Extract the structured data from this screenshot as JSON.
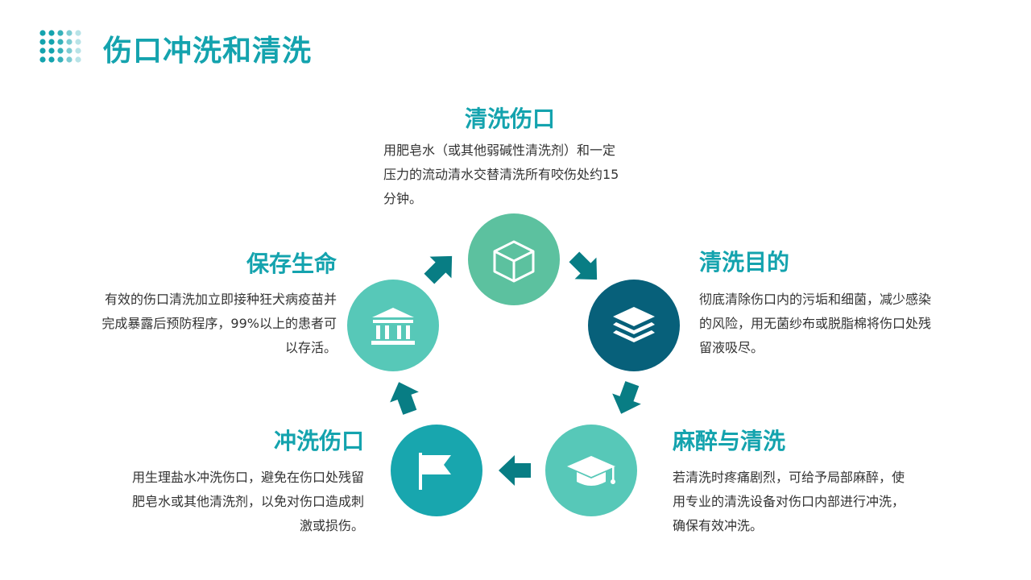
{
  "title": "伤口冲洗和清洗",
  "colors": {
    "accent": "#14a3ae",
    "green": "#5cc19f",
    "dark_teal": "#07607a",
    "mint": "#57c8b8",
    "teal": "#18a6ae",
    "arrow": "#087d84",
    "text": "#333333"
  },
  "steps": [
    {
      "id": "clean-wound",
      "heading": "清洗伤口",
      "lines": [
        "用肥皂水（或其他弱碱性清洗剂）和一定",
        "压力的流动清水交替清洗所有咬伤处约15",
        "分钟。"
      ],
      "icon": "cube-icon",
      "color": "#5cc19f"
    },
    {
      "id": "clean-purpose",
      "heading": "清洗目的",
      "lines": [
        "彻底清除伤口内的污垢和细菌，减少感染",
        "的风险，用无菌纱布或脱脂棉将伤口处残",
        "留液吸尽。"
      ],
      "icon": "layers-icon",
      "color": "#07607a"
    },
    {
      "id": "anesthesia-clean",
      "heading": "麻醉与清洗",
      "lines": [
        "若清洗时疼痛剧烈，可给予局部麻醉，使",
        "用专业的清洗设备对伤口内部进行冲洗，",
        "确保有效冲洗。"
      ],
      "icon": "graduation-cap-icon",
      "color": "#57c8b8"
    },
    {
      "id": "rinse-wound",
      "heading": "冲洗伤口",
      "lines": [
        "用生理盐水冲洗伤口，避免在伤口处残留",
        "肥皂水或其他清洗剂，以免对伤口造成刺",
        "激或损伤。"
      ],
      "icon": "flag-icon",
      "color": "#18a6ae"
    },
    {
      "id": "save-life",
      "heading": "保存生命",
      "lines": [
        "有效的伤口清洗加立即接种狂犬病疫苗并",
        "完成暴露后预防程序，99%以上的患者可",
        "以存活。"
      ],
      "icon": "bank-icon",
      "color": "#57c8b8"
    }
  ]
}
